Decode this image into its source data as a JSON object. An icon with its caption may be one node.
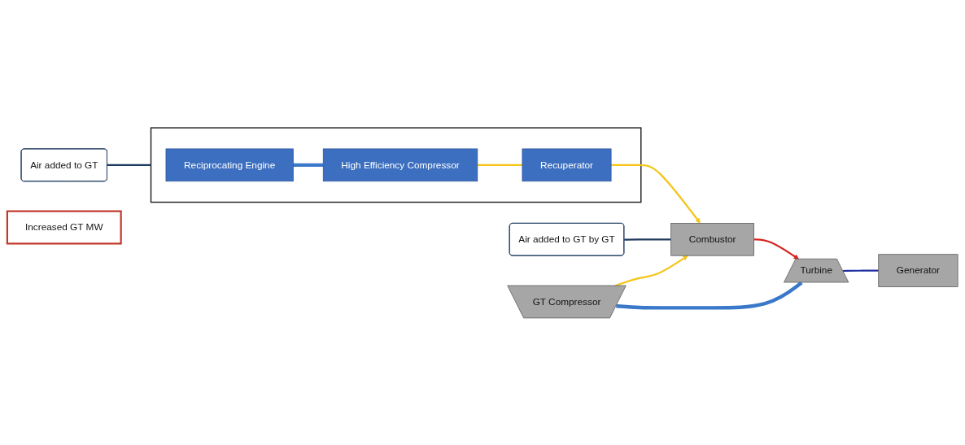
{
  "diagram": {
    "nodes": [
      {
        "text": [],
        "shape": "box"
      },
      {
        "text": [
          "Reciprocating Engine"
        ],
        "in": 0
      },
      {
        "text": [
          "High Efficiency Compressor"
        ],
        "in": 0
      },
      {
        "text": [
          "Recuperator"
        ],
        "in": 0
      },
      {
        "text": [
          "Air added to GT"
        ]
      },
      {
        "text": [
          "Air added to GT by GT"
        ]
      },
      {
        "text": [
          "Combustor"
        ]
      },
      {
        "text": [
          "GT Compressor"
        ]
      },
      {
        "text": [
          "Turbine"
        ]
      },
      {
        "text": [
          "Generator"
        ]
      },
      {
        "text": [
          "Increased GT MW"
        ]
      }
    ],
    "edges": [
      {
        "from": 1,
        "to": 2,
        "arrow": "none",
        "style": "thick",
        "color": "#3a78c9"
      },
      {
        "from": 2,
        "to": 3,
        "arrow": "none"
      },
      {
        "from": 3,
        "to": 6,
        "arrow": "to"
      },
      {
        "from": 4,
        "to": 0,
        "arrow": "none",
        "color": "#1f3a5f"
      },
      {
        "from": 5,
        "to": 6,
        "arrow": "none",
        "color": "#1f3a5f"
      },
      {
        "from": 7,
        "to": 6,
        "arrow": "to"
      },
      {
        "from": 6,
        "to": 8,
        "arrow": "to",
        "color": "#d8231f"
      },
      {
        "from": 7,
        "to": 8,
        "arrow": "none",
        "style": "thick",
        "color": "#3a78c9"
      },
      {
        "from": 8,
        "to": 9,
        "arrow": "none",
        "color": "#1f2f9f"
      }
    ]
  }
}
